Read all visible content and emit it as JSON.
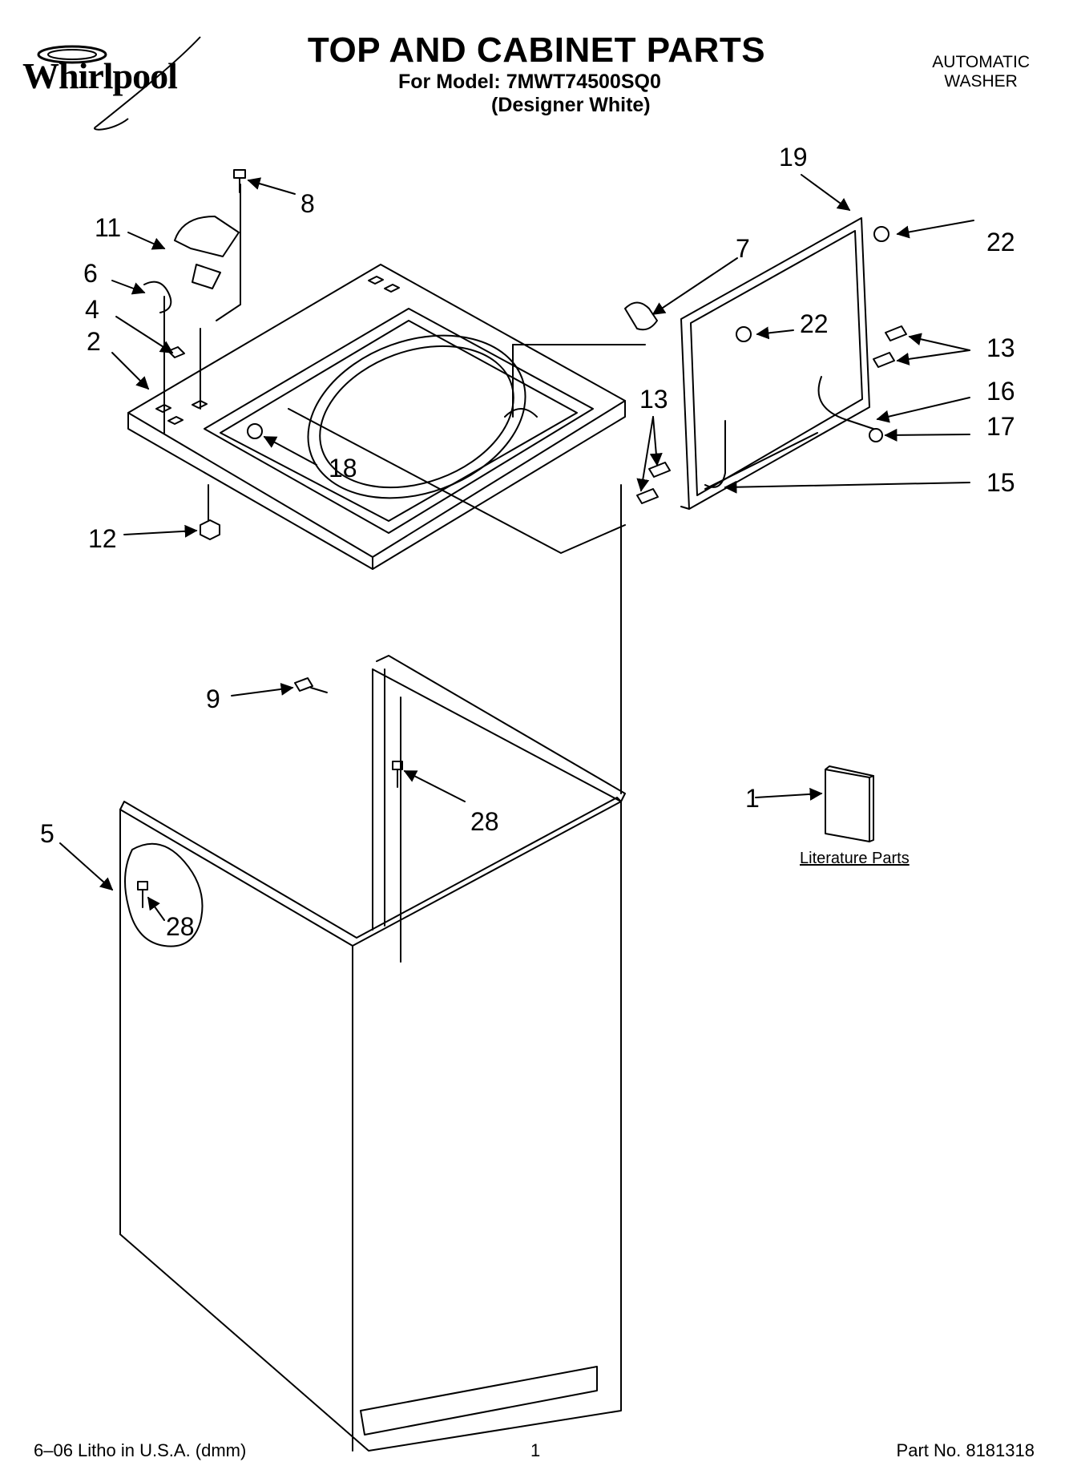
{
  "brand": {
    "name": "Whirlpool"
  },
  "header": {
    "title": "TOP AND CABINET PARTS",
    "model_line": "For Model: 7MWT74500SQ0",
    "variant": "(Designer White)",
    "appliance_type_line1": "AUTOMATIC",
    "appliance_type_line2": "WASHER"
  },
  "callouts": {
    "c1": "1",
    "c2": "2",
    "c4": "4",
    "c5": "5",
    "c6": "6",
    "c7": "7",
    "c8": "8",
    "c9": "9",
    "c11": "11",
    "c12": "12",
    "c13a": "13",
    "c13b": "13",
    "c15": "15",
    "c16": "16",
    "c17": "17",
    "c18": "18",
    "c19": "19",
    "c22a": "22",
    "c22b": "22",
    "c28a": "28",
    "c28b": "28"
  },
  "literature_label": "Literature Parts",
  "footer": {
    "left": "6–06 Litho in U.S.A. (dmm)",
    "page": "1",
    "part_number": "Part No. 8181318"
  }
}
